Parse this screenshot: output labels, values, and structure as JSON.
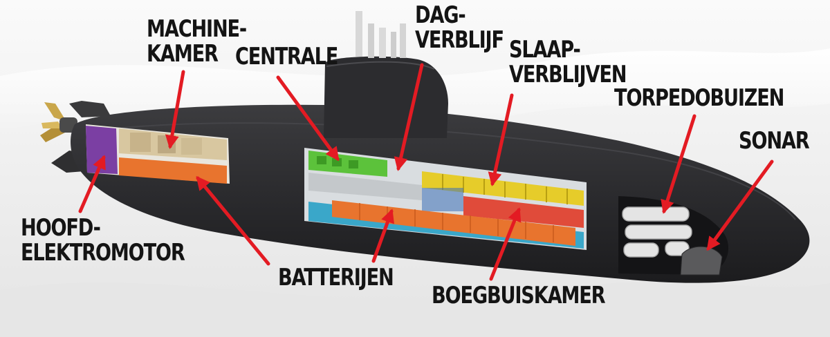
{
  "diagram": {
    "labels": {
      "machinekamer": [
        "MACHINE-",
        "KAMER"
      ],
      "centrale": [
        "CENTRALE"
      ],
      "dagverblijf": [
        "DAG-",
        "VERBLIJF"
      ],
      "slaapverblijven": [
        "SLAAP-",
        "VERBLIJVEN"
      ],
      "torpedobuizen": [
        "TORPEDOBUIZEN"
      ],
      "sonar": [
        "SONAR"
      ],
      "hoofdelektromotor": [
        "HOOFD-",
        "ELEKTROMOTOR"
      ],
      "batterijen": [
        "BATTERIJEN"
      ],
      "boegbuiskamer": [
        "BOEGBUISKAMER"
      ]
    },
    "colors": {
      "hull": "#2a2a2c",
      "arrow": "#e31b23",
      "label": "#141414",
      "battery": "#e8742e",
      "control_room": "#5cc23b",
      "bunks": "#e6cc2a",
      "motor": "#7b3fa3",
      "engine": "#d8c7a0",
      "water": "#3aa7c9",
      "bow_room": "#e04b3a"
    }
  }
}
